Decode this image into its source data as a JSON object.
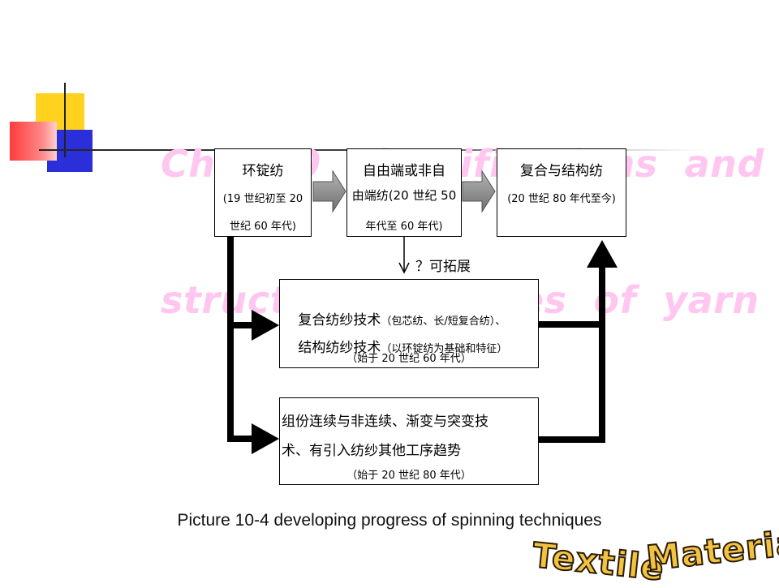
{
  "slide": {
    "title_line1": "Chap10  Classifications  and",
    "title_line2": "structure  features  of  yarn",
    "caption": "Picture 10-4 developing progress of spinning techniques",
    "logo_word1": "Textile",
    "logo_word2": "Materials"
  },
  "diagram": {
    "box1": {
      "line1": "环锭纺",
      "line2": "(19 世纪初至 20",
      "line3": "世纪 60 年代)"
    },
    "box2": {
      "line1": "自由端或非自",
      "line2": "由端纺(20 世纪 50",
      "line3": "年代至 60 年代)"
    },
    "box3": {
      "line1": "复合与结构纺",
      "line2": "(20 世纪 80 年代至今)"
    },
    "expand_label": "？可拓展",
    "box4": {
      "line1_main": "复合纺纱技术",
      "line1_note": "（包芯纺、长/短复合纺）、",
      "line2_main": "结构纺纱技术",
      "line2_note": "（以环锭纺为基础和特征）",
      "line3": "（始于 20 世纪 60 年代）"
    },
    "box5": {
      "line1": "组份连续与非连续、渐变与突变技",
      "line2": "术、有引入纺纱其他工序趋势",
      "line3": "（始于 20 世纪 80 年代）"
    }
  },
  "colors": {
    "title": "#ffc7f0",
    "deco_yellow": "#ffd21f",
    "deco_red": "#ff3b3b",
    "deco_blue": "#2a2fd9",
    "arrow_gray": "#8c8c8c",
    "logo_fill": "#f2c341"
  }
}
